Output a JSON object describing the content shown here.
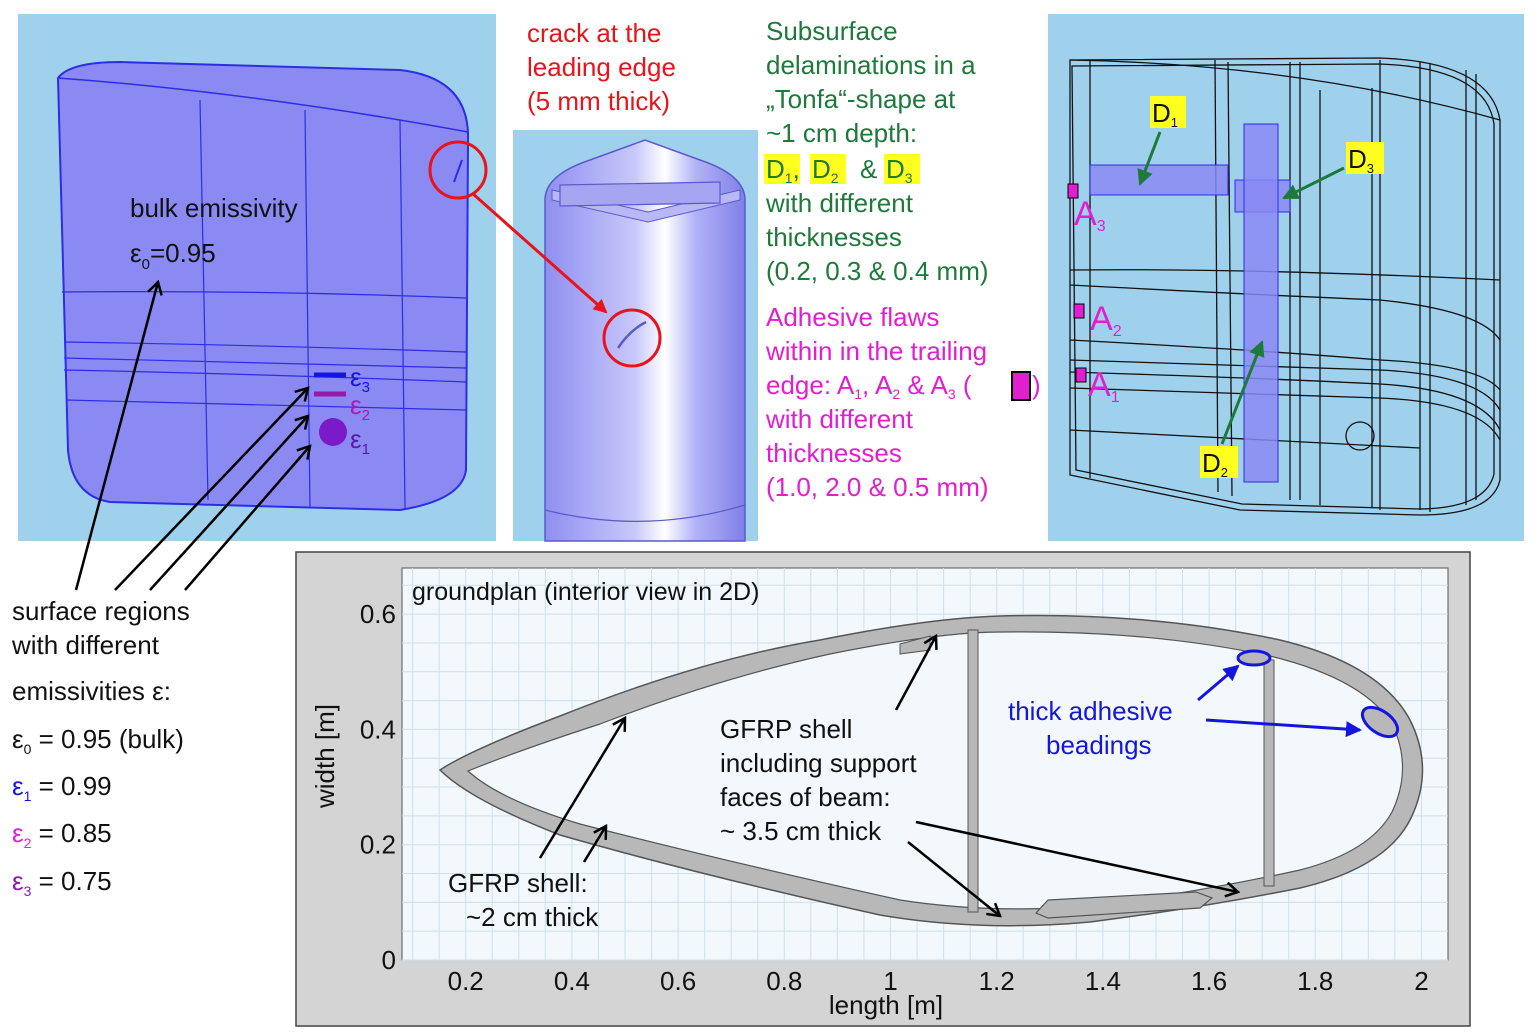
{
  "colors": {
    "panel_bg": "#9fd1ec",
    "shell_fill": "#8a8af2",
    "shell_edge": "#2d2de6",
    "red": "#e8131b",
    "green": "#1d7a3a",
    "magenta": "#e21fd0",
    "blue": "#1515e0",
    "yellow": "#ffff20",
    "gray": "#c8c8c8",
    "plot_bg": "#f2f8fc"
  },
  "panel_left": {
    "bulk_line1": "bulk emissivity",
    "bulk_eps": "ε",
    "bulk_sub": "0",
    "bulk_val": "=0.95",
    "eps_symbol": "ε",
    "eps3_sub": "3",
    "eps2_sub": "2",
    "eps1_sub": "1"
  },
  "panel_crack": {
    "line1": "crack at the",
    "line2": "leading edge",
    "line3": "(5 mm thick)"
  },
  "subsurface": {
    "line1": "Subsurface",
    "line2": "delaminations in a",
    "line3": "„Tonfa“-shape at",
    "line4": "~1 cm depth:",
    "d_letter": "D",
    "d1_sub": "1",
    "d2_sub": "2",
    "d3_sub": "3",
    "sep1": ",",
    "sep2": "&",
    "line6": "with different",
    "line7": "thicknesses",
    "line8": "(0.2, 0.3 & 0.4 mm)"
  },
  "adhesive": {
    "line1": "Adhesive flaws",
    "line2": "within in the trailing",
    "line3_a": "edge: A",
    "a1_sub": "1",
    "a2_sub": "2",
    "a3_sub": "3",
    "sep_a1": ", A",
    "sep_a2": " &  A",
    "paren_open": " (",
    "paren_close": ")",
    "line4": "with different",
    "line5": "thicknesses",
    "line6": "(1.0, 2.0 & 0.5 mm)"
  },
  "panel_right": {
    "d_letter": "D",
    "a_letter": "A",
    "d1_sub": "1",
    "d2_sub": "2",
    "d3_sub": "3",
    "a1_sub": "1",
    "a2_sub": "2",
    "a3_sub": "3"
  },
  "legend": {
    "line1": "surface regions",
    "line2": "with different",
    "line3": "emissivities ε:",
    "eps": "ε",
    "e0_sub": "0",
    "e0_val": " = 0.95 (bulk)",
    "e1_sub": "1",
    "e1_val": " = 0.99",
    "e2_sub": "2",
    "e2_val": " = 0.85",
    "e3_sub": "3",
    "e3_val": " = 0.75"
  },
  "groundplan": {
    "title": "groundplan (interior view in 2D)",
    "xlabel": "length [m]",
    "ylabel": "width [m]",
    "annot_shell_thin_1": "GFRP shell:",
    "annot_shell_thin_2": "~2 cm thick",
    "annot_shell_thick_1": "GFRP shell",
    "annot_shell_thick_2": "including support",
    "annot_shell_thick_3": "faces of beam:",
    "annot_shell_thick_4": "~ 3.5 cm thick",
    "annot_bead_1": "thick adhesive",
    "annot_bead_2": "beadings"
  },
  "chart_data": {
    "type": "diagram",
    "xlim": [
      0.08,
      2.05
    ],
    "ylim": [
      0,
      0.68
    ],
    "xticks": [
      0.2,
      0.4,
      0.6,
      0.8,
      1,
      1.2,
      1.4,
      1.6,
      1.8,
      2
    ],
    "xtick_labels": [
      "0.2",
      "0.4",
      "0.6",
      "0.8",
      "1",
      "1.2",
      "1.4",
      "1.6",
      "1.8",
      "2"
    ],
    "yticks": [
      0,
      0.2,
      0.4,
      0.6
    ],
    "ytick_labels": [
      "0",
      "0.2",
      "0.4",
      "0.6"
    ],
    "grid": true
  }
}
